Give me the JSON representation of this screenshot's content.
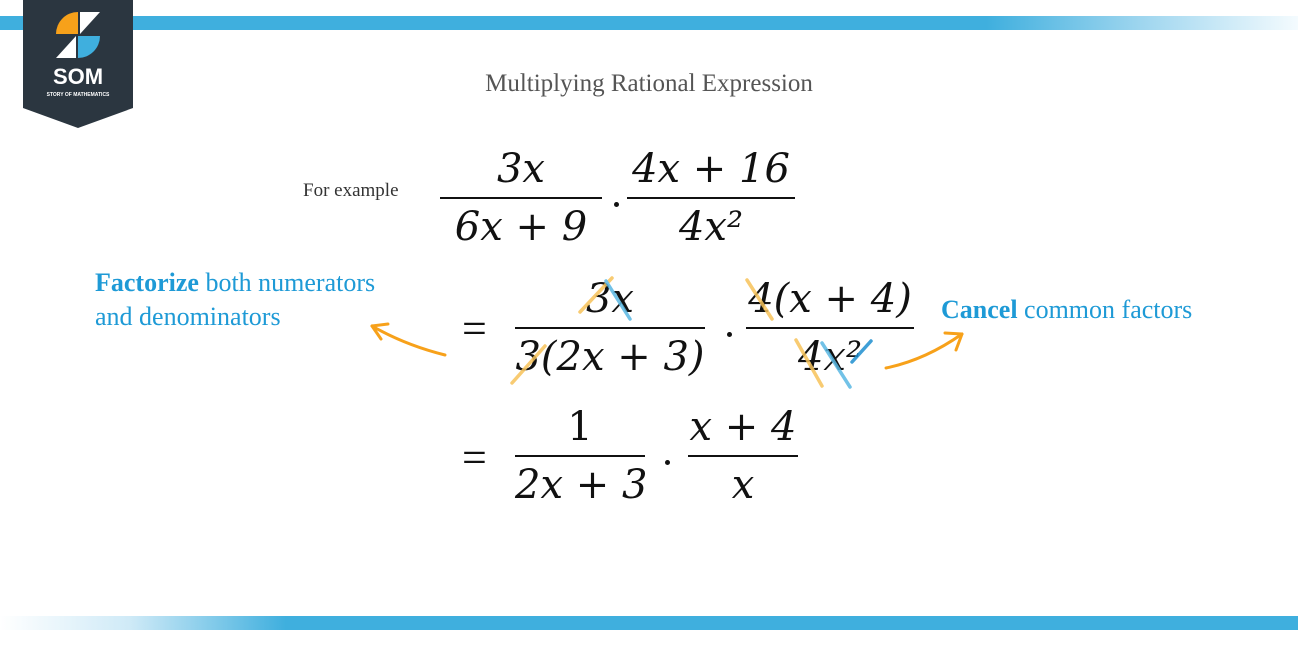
{
  "brand": {
    "logo_text": "SOM",
    "logo_subtext": "STORY OF MATHEMATICS",
    "colors": {
      "primary_blue": "#3fafde",
      "dark": "#2b3640",
      "orange": "#f7a11a",
      "annotation_blue": "#1e9ad6"
    }
  },
  "title": "Multiplying Rational Expression",
  "example_label": "For example",
  "steps": [
    {
      "prefix": "",
      "left": {
        "num": "3x",
        "den": "6x + 9"
      },
      "right": {
        "num": "4x + 16",
        "den": "4x²"
      }
    },
    {
      "prefix": "=",
      "left": {
        "num": "3x",
        "den": "3(2x + 3)"
      },
      "right": {
        "num": "4(x + 4)",
        "den": "4x²"
      }
    },
    {
      "prefix": "=",
      "left": {
        "num": "1",
        "den": "2x + 3"
      },
      "right": {
        "num": "x + 4",
        "den": "x"
      }
    }
  ],
  "annotations": {
    "factorize": {
      "bold": "Factorize",
      "rest_line1": " both numerators",
      "line2": "and denominators"
    },
    "cancel": {
      "bold": "Cancel",
      "rest": " common factors"
    }
  }
}
